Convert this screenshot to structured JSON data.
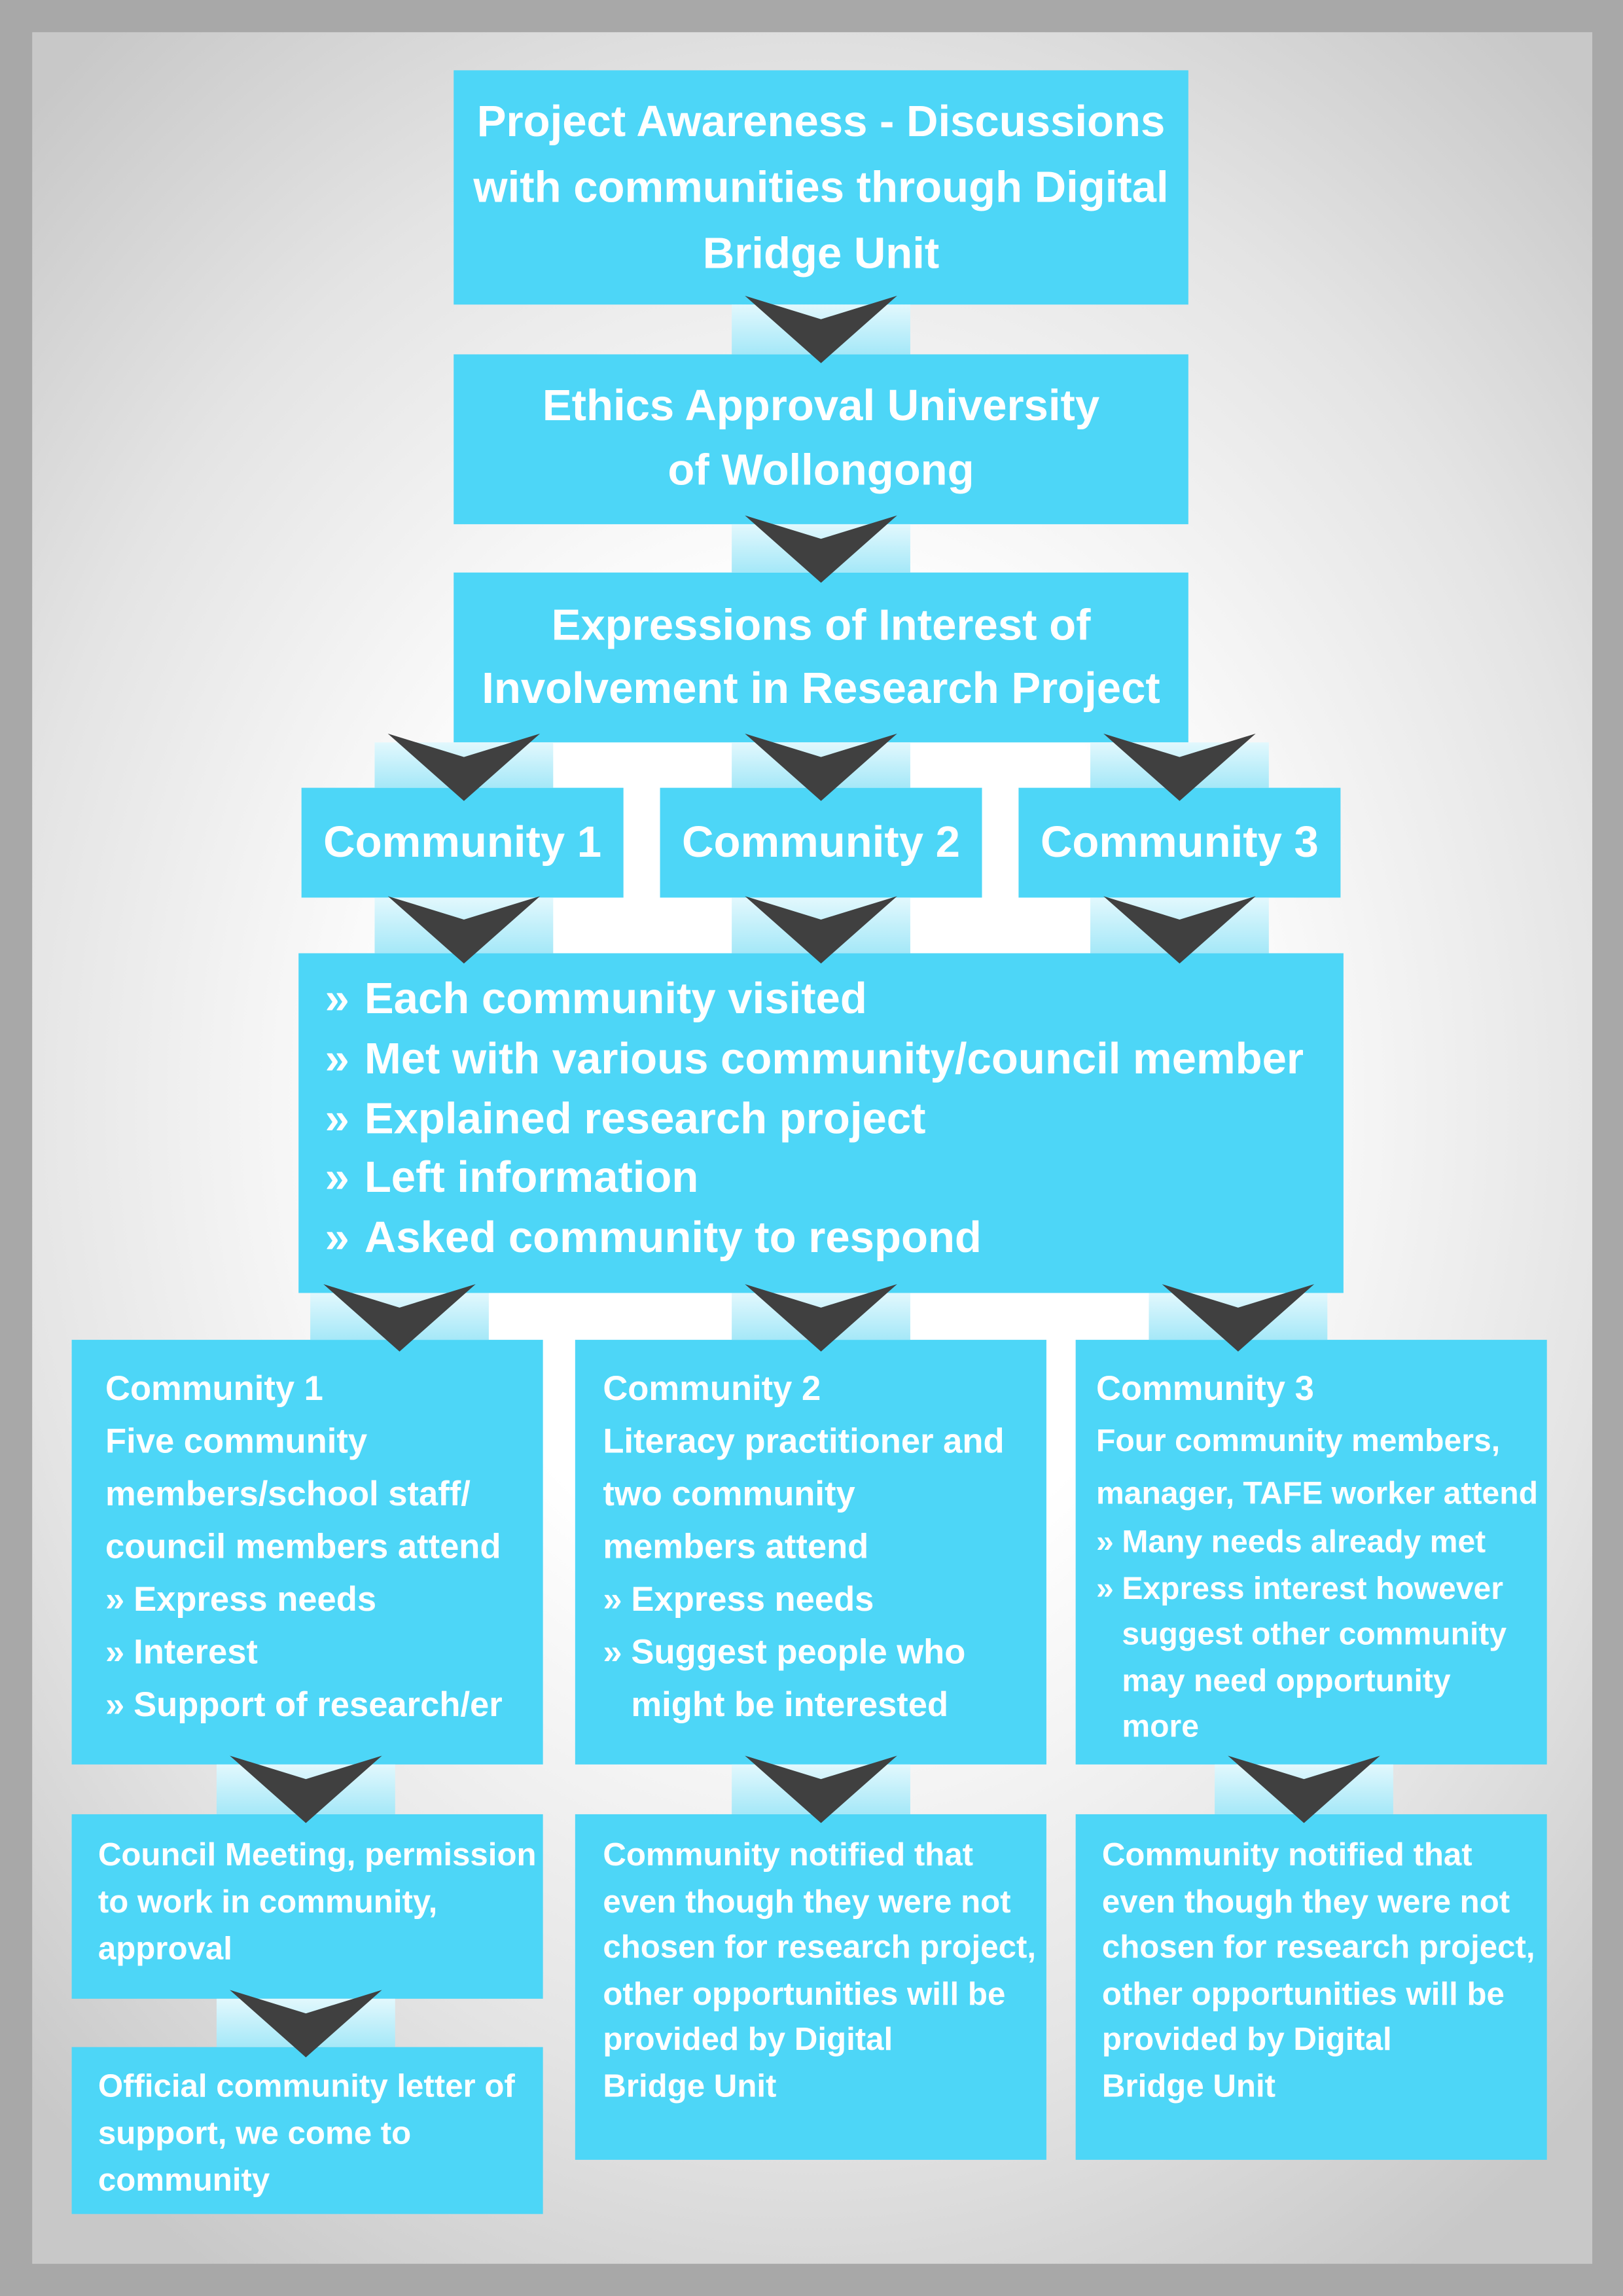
{
  "diagram": {
    "project_awareness": {
      "lines": [
        "Project Awareness - Discussions",
        "with communities through Digital",
        "Bridge Unit"
      ]
    },
    "ethics_approval": {
      "lines": [
        "Ethics Approval University",
        "of Wollongong"
      ]
    },
    "expressions_of_interest": {
      "lines": [
        "Expressions of Interest of",
        "Involvement in Research Project"
      ]
    },
    "communities": [
      "Community 1",
      "Community 2",
      "Community 3"
    ],
    "bullet_marker": "»",
    "community_visits": [
      "Each community visited",
      "Met with various community/council member",
      "Explained research project",
      "Left information",
      "Asked community to respond"
    ],
    "community_responses": [
      {
        "heading": "Community 1",
        "intro_lines": [
          "Five community",
          "members/school staff/",
          "council members attend"
        ],
        "bullets": [
          [
            "Express needs"
          ],
          [
            "Interest"
          ],
          [
            "Support of research/er"
          ]
        ]
      },
      {
        "heading": "Community 2",
        "intro_lines": [
          "Literacy practitioner and",
          "two community",
          "members attend"
        ],
        "bullets": [
          [
            "Express needs"
          ],
          [
            "Suggest people who",
            "might be interested"
          ]
        ]
      },
      {
        "heading": "Community 3",
        "intro_lines": [
          "Four community members,",
          "manager, TAFE worker attend"
        ],
        "bullets": [
          [
            "Many needs already met"
          ],
          [
            "Express interest however",
            "suggest other community",
            "may need opportunity",
            "more"
          ]
        ]
      }
    ],
    "outcomes": [
      [
        {
          "lines": [
            "Council Meeting, permission",
            "to work in community,",
            "approval"
          ]
        },
        {
          "lines": [
            "Official community letter of",
            "support, we come to",
            "community"
          ]
        }
      ],
      [
        {
          "lines": [
            "Community notified that",
            "even though they were not",
            "chosen for research project,",
            "other opportunities will be",
            "provided by Digital",
            "Bridge Unit"
          ]
        }
      ],
      [
        {
          "lines": [
            "Community notified that",
            "even though they were not",
            "chosen for research project,",
            "other opportunities will be",
            "provided by Digital",
            "Bridge Unit"
          ]
        }
      ]
    ]
  },
  "colors": {
    "frame": "#a8a8a8",
    "panel_center": "#ffffff",
    "panel_edge": "#c8c8c8",
    "box_fill": "#4dd6f7",
    "box_text": "#ffffff",
    "arrow": "#404040",
    "connector_top": "#e2f8fd",
    "connector_bottom": "#a5e8f8"
  }
}
